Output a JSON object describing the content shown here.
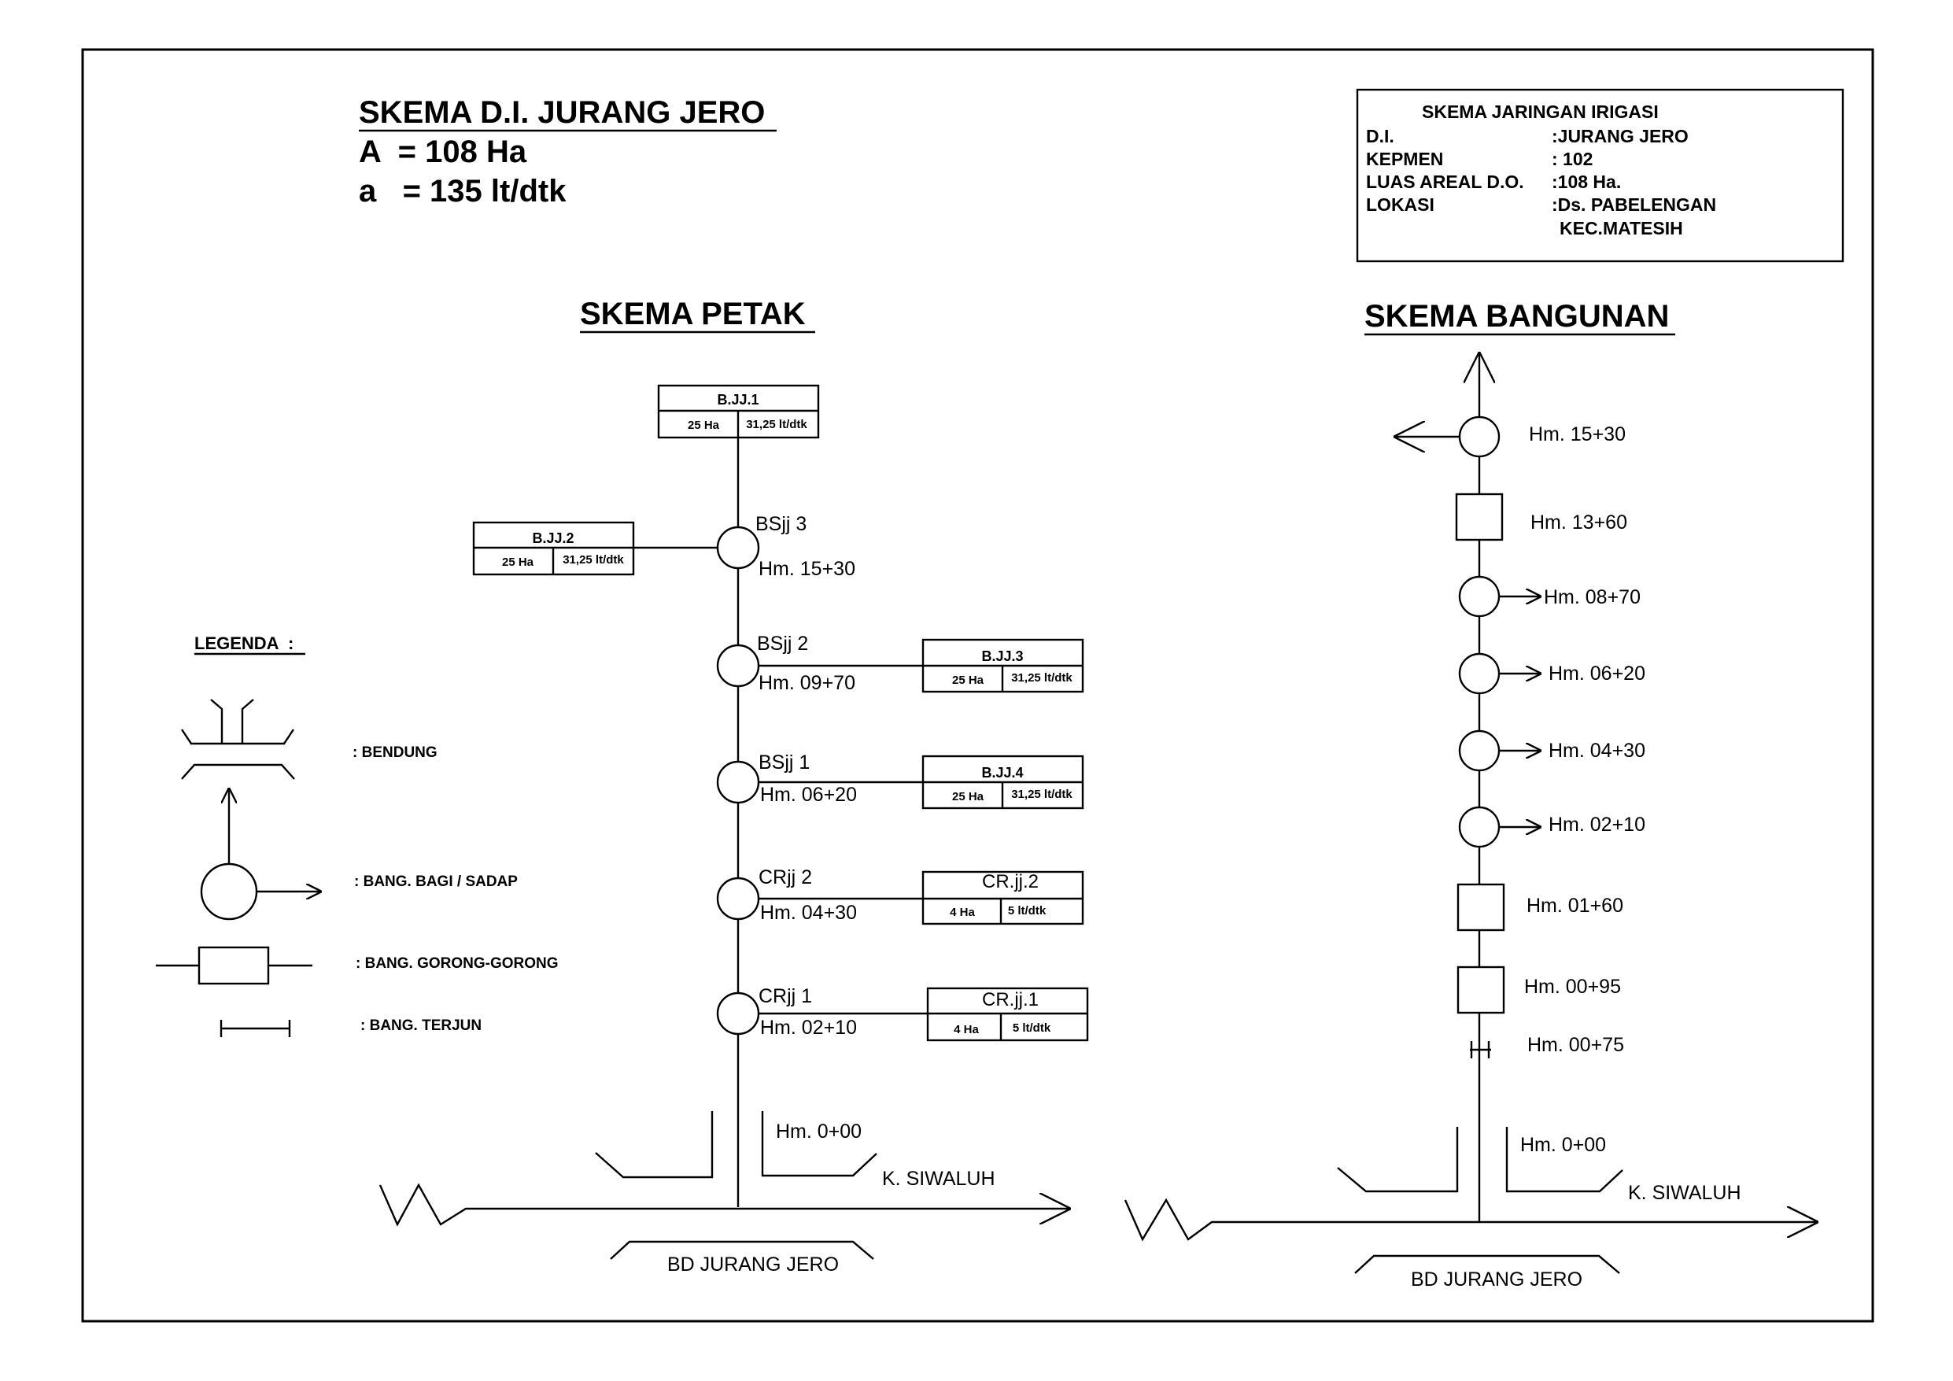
{
  "header": {
    "title": "SKEMA D.I. JURANG JERO",
    "area_line": "A  = 108 Ha",
    "flow_line": "a   = 135 lt/dtk"
  },
  "info_box": {
    "title": "SKEMA JARINGAN IRIGASI",
    "rows": [
      {
        "label": "D.I.",
        "value": ":JURANG JERO"
      },
      {
        "label": "KEPMEN",
        "value": ": 102"
      },
      {
        "label": "LUAS AREAL D.O.",
        "value": ":108 Ha."
      },
      {
        "label": "LOKASI",
        "value": ":Ds. PABELENGAN"
      },
      {
        "label": "",
        "value": "KEC.MATESIH"
      }
    ]
  },
  "skema_petak": {
    "heading": "SKEMA PETAK",
    "top_block": {
      "name": "B.JJ.1",
      "area": "25 Ha",
      "flow": "31,25 lt/dtk"
    },
    "nodes": [
      {
        "name": "BSjj 3",
        "hm": "Hm. 15+30",
        "block": {
          "name": "B.JJ.2",
          "area": "25 Ha",
          "flow": "31,25 lt/dtk"
        }
      },
      {
        "name": "BSjj 2",
        "hm": "Hm. 09+70",
        "block": {
          "name": "B.JJ.3",
          "area": "25 Ha",
          "flow": "31,25 lt/dtk"
        }
      },
      {
        "name": "BSjj 1",
        "hm": "Hm. 06+20",
        "block": {
          "name": "B.JJ.4",
          "area": "25 Ha",
          "flow": "31,25 lt/dtk"
        }
      },
      {
        "name": "CRjj 2",
        "hm": "Hm. 04+30",
        "block": {
          "name": "CR.jj.2",
          "area": "4 Ha",
          "flow": "5 lt/dtk"
        }
      },
      {
        "name": "CRjj 1",
        "hm": "Hm. 02+10",
        "block": {
          "name": "CR.jj.1",
          "area": "4 Ha",
          "flow": "5 lt/dtk"
        }
      }
    ],
    "origin_hm": "Hm. 0+00",
    "river": "K. SIWALUH",
    "weir": "BD JURANG JERO"
  },
  "legend": {
    "title": "LEGENDA  :",
    "items": [
      {
        "label": ": BENDUNG",
        "icon": "weir-icon"
      },
      {
        "label": ": BANG. BAGI / SADAP",
        "icon": "division-structure-icon"
      },
      {
        "label": ": BANG. GORONG-GORONG",
        "icon": "culvert-icon"
      },
      {
        "label": ": BANG. TERJUN",
        "icon": "drop-structure-icon"
      }
    ]
  },
  "skema_bangunan": {
    "heading": "SKEMA BANGUNAN",
    "structures": [
      {
        "type": "circle",
        "hm": "Hm. 15+30"
      },
      {
        "type": "square",
        "hm": "Hm. 13+60"
      },
      {
        "type": "circle",
        "hm": "Hm. 08+70"
      },
      {
        "type": "circle",
        "hm": "Hm. 06+20"
      },
      {
        "type": "circle",
        "hm": "Hm. 04+30"
      },
      {
        "type": "circle",
        "hm": "Hm. 02+10"
      },
      {
        "type": "square",
        "hm": "Hm. 01+60"
      },
      {
        "type": "square",
        "hm": "Hm. 00+95"
      },
      {
        "type": "drop",
        "hm": "Hm. 00+75"
      }
    ],
    "origin_hm": "Hm. 0+00",
    "river": "K. SIWALUH",
    "weir": "BD JURANG JERO"
  }
}
